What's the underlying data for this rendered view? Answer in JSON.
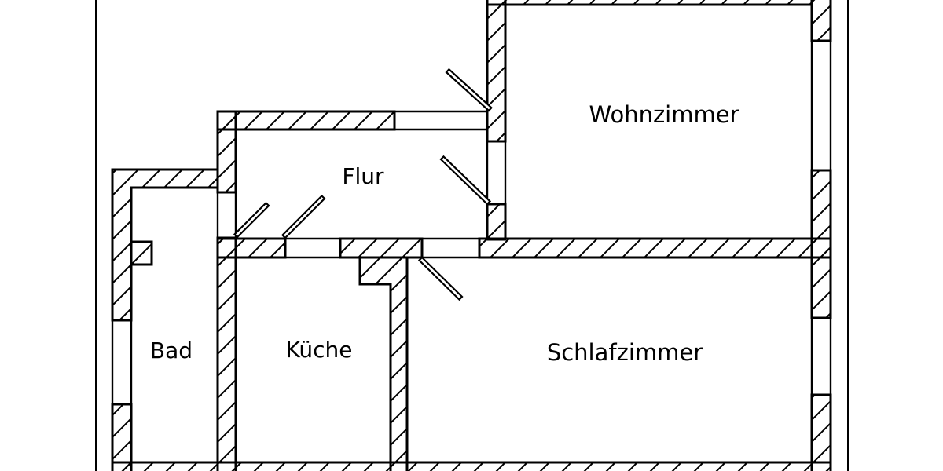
{
  "drawing": {
    "type": "apartment-floor-plan",
    "background_color": "#ffffff",
    "line_color": "#000000",
    "rooms": [
      {
        "id": "wohnzimmer",
        "label": "Wohnzimmer"
      },
      {
        "id": "flur",
        "label": "Flur"
      },
      {
        "id": "bad",
        "label": "Bad"
      },
      {
        "id": "kueche",
        "label": "Küche"
      },
      {
        "id": "schlafzimmer",
        "label": "Schlafzimmer"
      }
    ],
    "doors": [
      {
        "id": "entrance-door",
        "between": "flur / outside"
      },
      {
        "id": "wohnzimmer-door",
        "between": "flur / wohnzimmer"
      },
      {
        "id": "bad-door",
        "between": "flur / bad"
      },
      {
        "id": "kueche-door",
        "between": "flur / kueche"
      },
      {
        "id": "schlafzimmer-door",
        "between": "flur / schlafzimmer"
      }
    ],
    "windows": [
      {
        "id": "bad-window",
        "wall": "left"
      },
      {
        "id": "wohnzimmer-window",
        "wall": "right"
      },
      {
        "id": "schlafzimmer-window",
        "wall": "right"
      }
    ]
  }
}
